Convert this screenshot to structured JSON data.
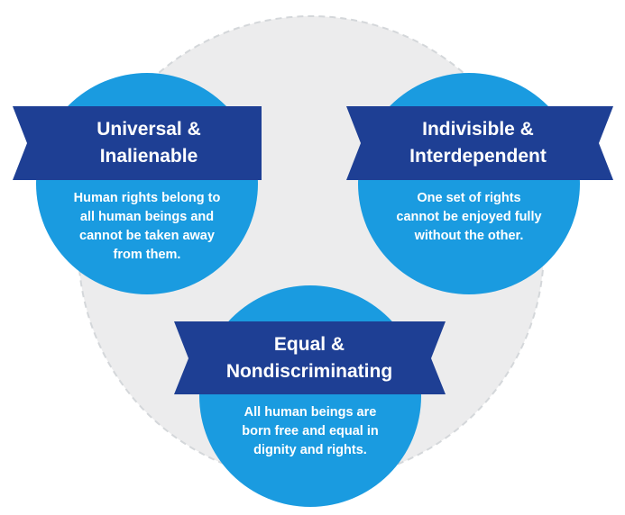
{
  "colors": {
    "outer_ring": "#ececed",
    "outer_dash": "#cfd3d6",
    "circle": "#1a9be0",
    "ribbon": "#1e3f94",
    "ribbon_fold": "#12296e",
    "text": "#ffffff"
  },
  "cards": [
    {
      "title_lines": [
        "Universal &",
        "Inalienable"
      ],
      "desc_lines": [
        "Human rights belong to",
        "all human beings and",
        "cannot be taken away",
        "from them."
      ]
    },
    {
      "title_lines": [
        "Indivisible &",
        "Interdependent"
      ],
      "desc_lines": [
        "One set of rights",
        "cannot be enjoyed fully",
        "without the other."
      ]
    },
    {
      "title_lines": [
        "Equal &",
        "Nondiscriminating"
      ],
      "desc_lines": [
        "All human beings are",
        "born free and equal in",
        "dignity and rights."
      ]
    }
  ]
}
